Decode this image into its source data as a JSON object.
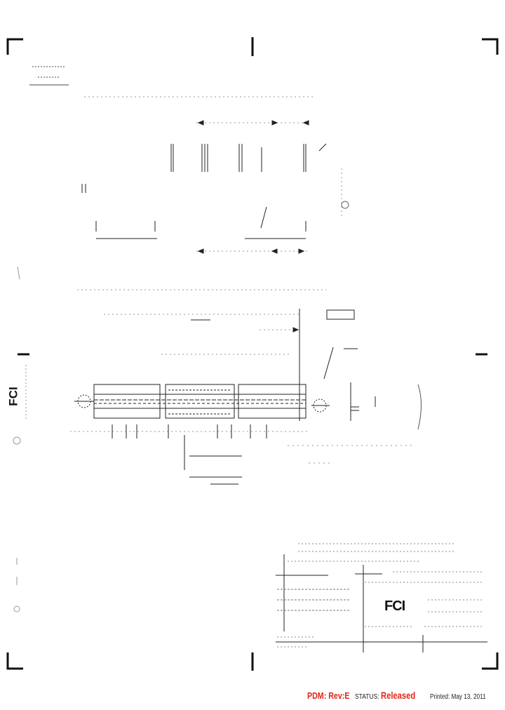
{
  "footer": {
    "pdm_label": "PDM: Rev:E",
    "status_label": "STATUS:",
    "status_value": "Released",
    "printed": "Printed: May 13, 2011"
  },
  "logo": {
    "brand": "FCI"
  },
  "colors": {
    "footer_accent": "#e1261c",
    "line_art": "#222222",
    "faint_text": "#777777"
  }
}
